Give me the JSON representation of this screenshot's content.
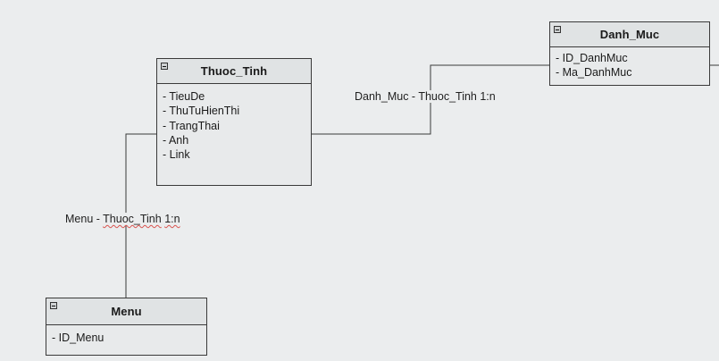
{
  "colors": {
    "background": "#ebedee",
    "entity_fill": "#e8eaeb",
    "header_fill": "#e0e3e4",
    "line": "#3a3a3a"
  },
  "entities": {
    "thuoc_tinh": {
      "title": "Thuoc_Tinh",
      "fields": [
        "- TieuDe",
        "- ThuTuHienThi",
        "- TrangThai",
        "- Anh",
        "- Link"
      ]
    },
    "danh_muc": {
      "title": "Danh_Muc",
      "fields": [
        "- ID_DanhMuc",
        "- Ma_DanhMuc"
      ]
    },
    "menu": {
      "title": "Menu",
      "fields": [
        "- ID_Menu"
      ]
    }
  },
  "relationships": {
    "danh_muc_thuoc_tinh": "Danh_Muc - Thuoc_Tinh 1:n",
    "menu_thuoc_tinh_prefix": "Menu - ",
    "menu_thuoc_tinh_name": "Thuoc_Tinh",
    "menu_thuoc_tinh_card": "1:n"
  }
}
